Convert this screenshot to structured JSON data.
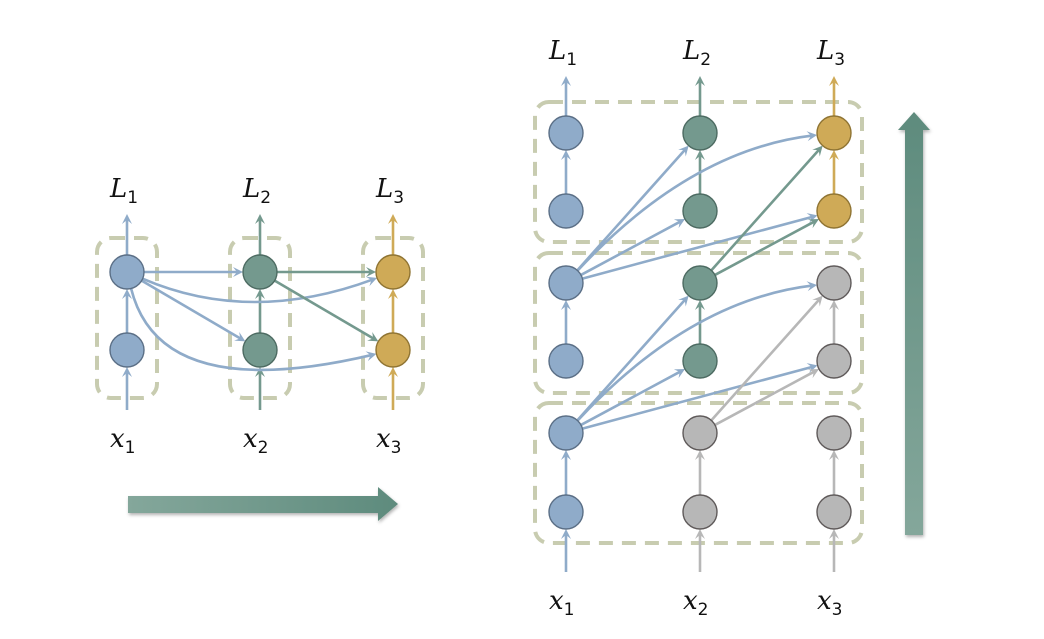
{
  "colors": {
    "blue": "#8fabc9",
    "blue_stroke": "#5b6f86",
    "green": "#74998e",
    "green_stroke": "#4d6b62",
    "gold": "#cfaa57",
    "gold_stroke": "#8f7433",
    "gray": "#b7b7b7",
    "gray_stroke": "#5f5a5a",
    "dash": "#c8ccb0",
    "arrow_dark": "#5e8b7d",
    "arrow_light": "#84a79b"
  },
  "left_diagram": {
    "outputs": [
      {
        "base": "L",
        "sub": "1"
      },
      {
        "base": "L",
        "sub": "2"
      },
      {
        "base": "L",
        "sub": "3"
      }
    ],
    "inputs": [
      {
        "base": "x",
        "sub": "1"
      },
      {
        "base": "x",
        "sub": "2"
      },
      {
        "base": "x",
        "sub": "3"
      }
    ],
    "column_colors": [
      "blue",
      "green",
      "gold"
    ],
    "direction_arrow": "horizontal-right"
  },
  "right_diagram": {
    "outputs": [
      {
        "base": "L",
        "sub": "1"
      },
      {
        "base": "L",
        "sub": "2"
      },
      {
        "base": "L",
        "sub": "3"
      }
    ],
    "inputs": [
      {
        "base": "x",
        "sub": "1"
      },
      {
        "base": "x",
        "sub": "2"
      },
      {
        "base": "x",
        "sub": "3"
      }
    ],
    "blocks": [
      {
        "name": "top",
        "column_colors": [
          "blue",
          "green",
          "gold"
        ]
      },
      {
        "name": "middle",
        "column_colors": [
          "blue",
          "green",
          "gray"
        ]
      },
      {
        "name": "bottom",
        "column_colors": [
          "blue",
          "gray",
          "gray"
        ]
      }
    ],
    "direction_arrow": "vertical-up"
  }
}
